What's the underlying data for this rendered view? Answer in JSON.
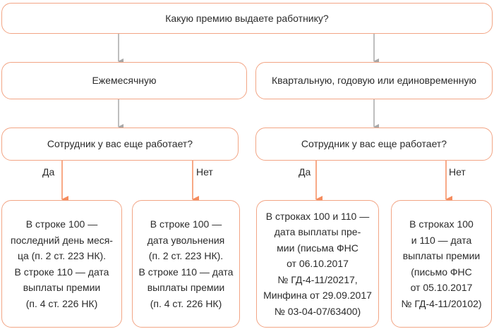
{
  "question": "Какую премию выдаете работнику?",
  "monthly": "Ежемесячную",
  "other": "Квартальную, годовую или единовременную",
  "employed_q": "Сотрудник у вас еще работает?",
  "yes": "Да",
  "no": "Нет",
  "colors": {
    "border": "#f2a585",
    "arrow_gray": "#a8a8a8",
    "arrow_orange": "#f58c5e"
  },
  "results": [
    [
      "В строке 100 —",
      "последний день меся-",
      "ца (п. 2 ст. 223 НК).",
      "В строке 110 — дата",
      "выплаты премии",
      "(п. 4 ст. 226 НК)"
    ],
    [
      "В строке 100 —",
      "дата увольнения",
      "(п. 2 ст.  223 НК).",
      "В строке 110 — дата",
      "выплаты премии",
      "(п. 4 ст. 226 НК)"
    ],
    [
      "В строках 100 и 110 —",
      "дата выплаты пре-",
      "мии (письма ФНС",
      "от 06.10.2017",
      "№ ГД-4-11/20217,",
      "Минфина от 29.09.2017",
      "№ 03-04-07/63400)"
    ],
    [
      "В строках 100",
      "и 110 — дата",
      "выплаты премии",
      "(письмо ФНС",
      "от 05.10.2017",
      "№ ГД-4-11/20102)"
    ]
  ]
}
